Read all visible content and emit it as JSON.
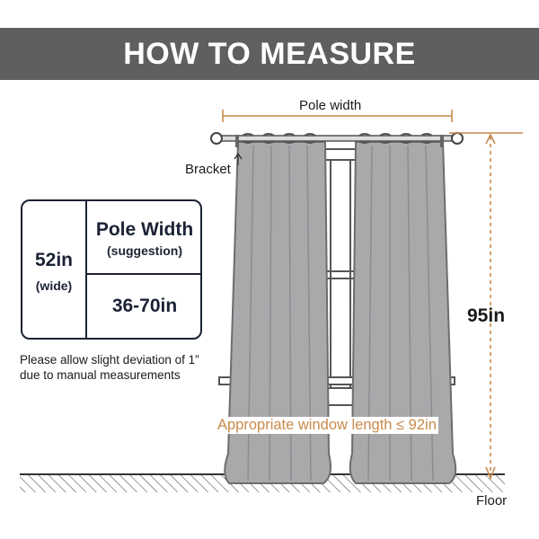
{
  "header": {
    "title": "HOW TO MEASURE"
  },
  "labels": {
    "pole_width": "Pole width",
    "bracket": "Bracket",
    "height": "95in",
    "window_length": "Appropriate window length ≤ 92in",
    "floor": "Floor"
  },
  "table": {
    "width_value": "52in",
    "width_unit": "(wide)",
    "pole_heading": "Pole Width",
    "pole_sub": "(suggestion)",
    "pole_range": "36-70in"
  },
  "note": {
    "line1": "Please allow slight deviation of 1”",
    "line2": "due to manual measurements"
  },
  "colors": {
    "banner": "#5f5f5f",
    "curtain": "#a9a9ab",
    "accent": "#c98a4a",
    "table_border": "#1b2235"
  }
}
